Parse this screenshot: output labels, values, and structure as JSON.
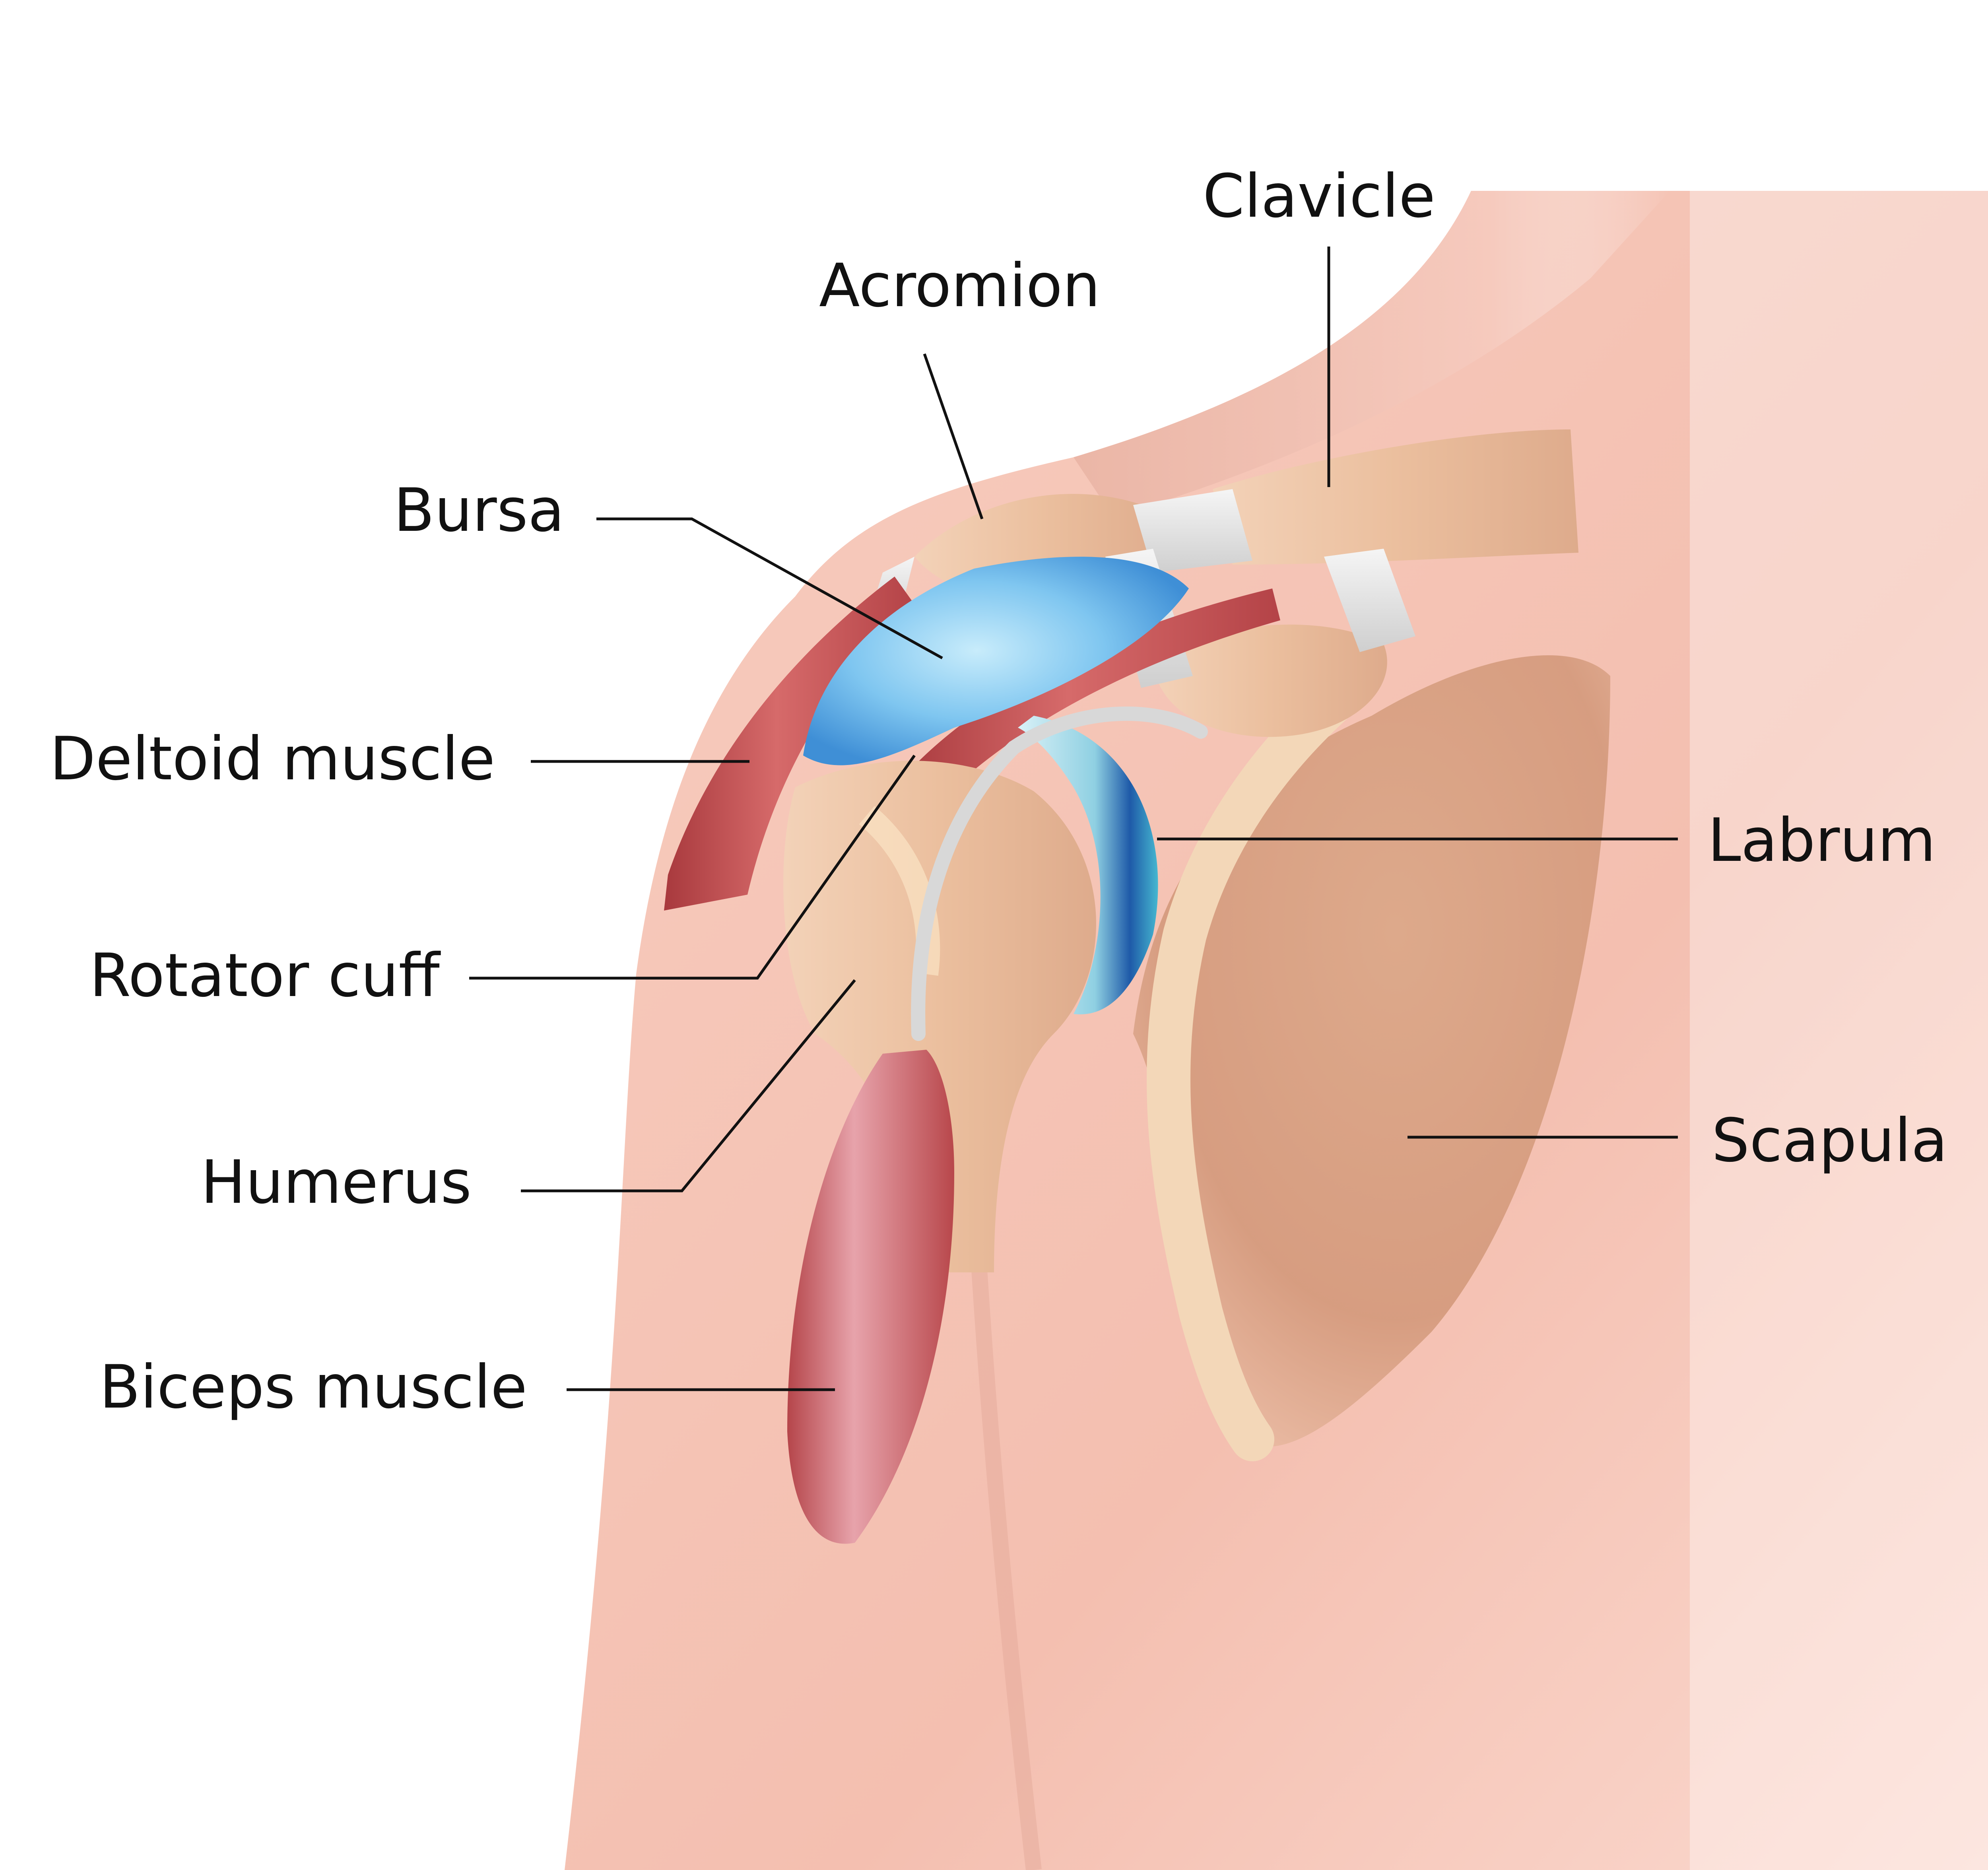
{
  "diagram": {
    "labels": {
      "clavicle": "Clavicle",
      "acromion": "Acromion",
      "bursa": "Bursa",
      "deltoid": "Deltoid muscle",
      "labrum": "Labrum",
      "rotator_cuff": "Rotator cuff",
      "humerus": "Humerus",
      "scapula": "Scapula",
      "biceps": "Biceps muscle"
    },
    "colors": {
      "background": "#ffffff",
      "skin": "#f6c4b6",
      "bone": "#e9b898",
      "muscle": "#c9595b",
      "bursa": "#5fb3ea",
      "labrum": "#2f9fbd",
      "ligament": "#e6e6e6",
      "text": "#111111"
    }
  }
}
